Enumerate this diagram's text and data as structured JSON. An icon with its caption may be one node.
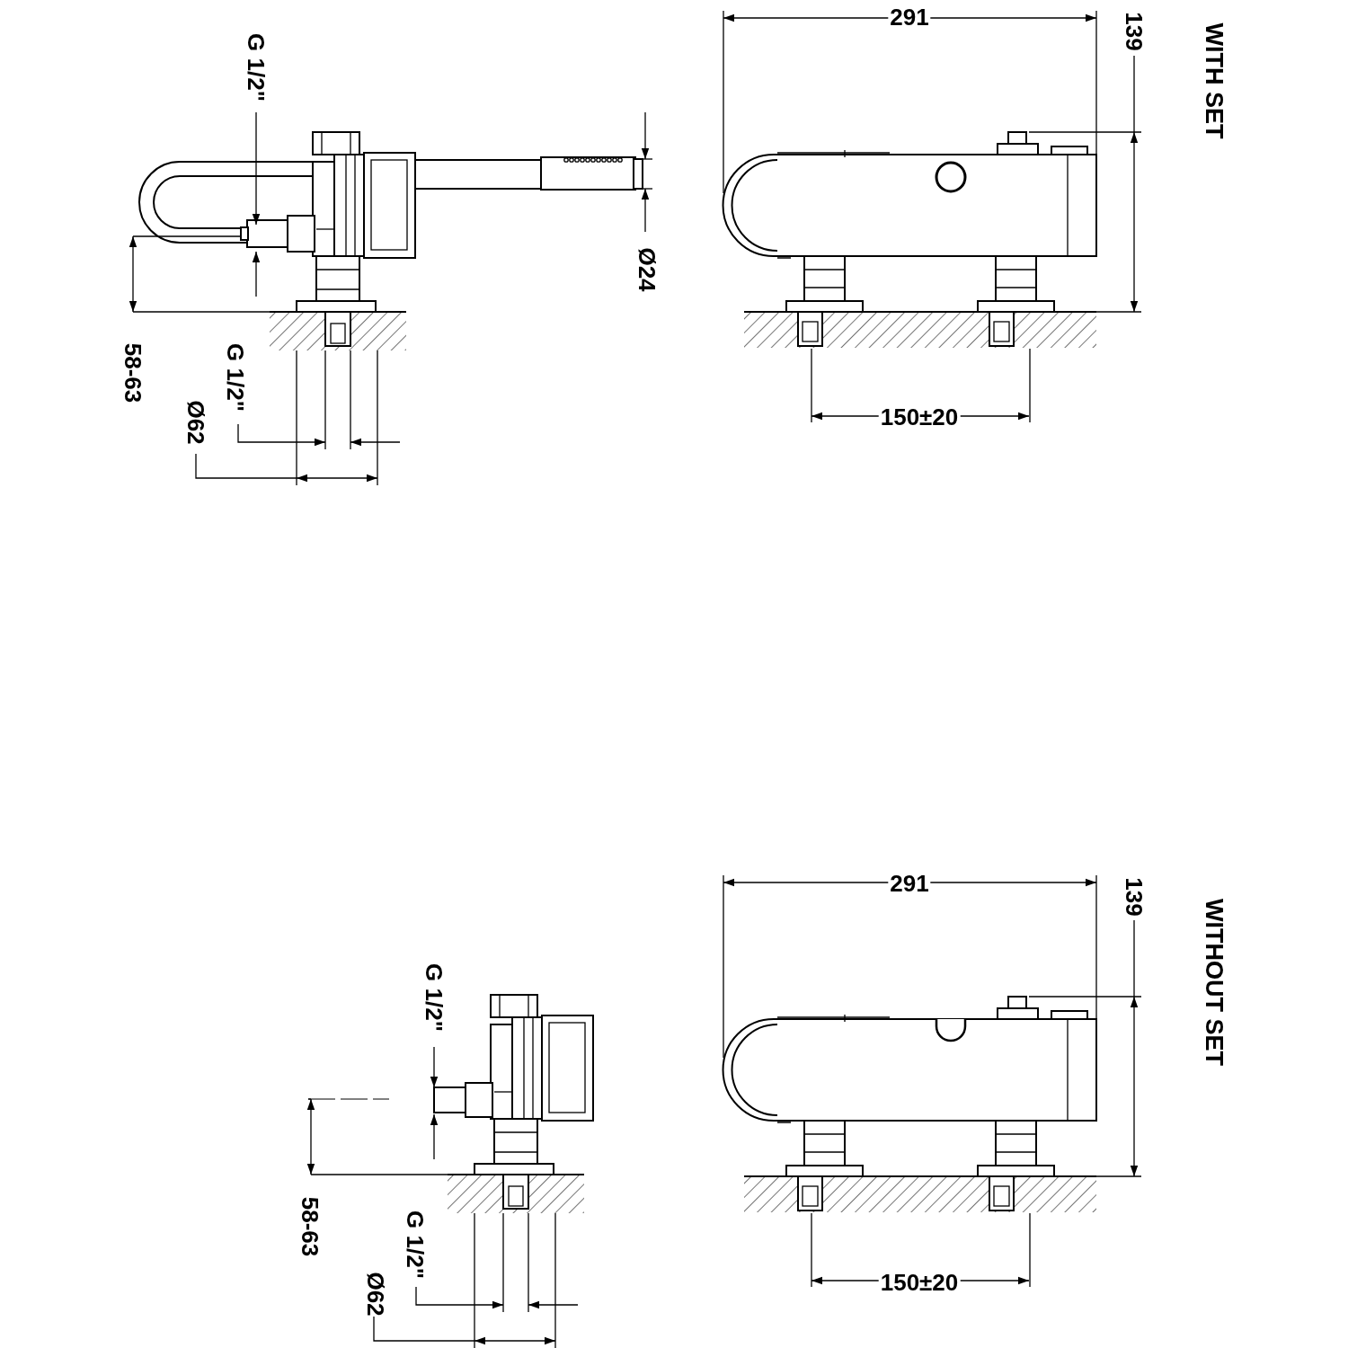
{
  "diagram": {
    "labels": [
      "G 1/2\"",
      "Ø24",
      "58-63",
      "G 1/2\"",
      "Ø62",
      "291",
      "139",
      "WITH SET",
      "150±20",
      "G 1/2\"",
      "58-63",
      "G 1/2\"",
      "Ø62",
      "291",
      "139",
      "WITHOUT SET",
      "150±20"
    ]
  }
}
